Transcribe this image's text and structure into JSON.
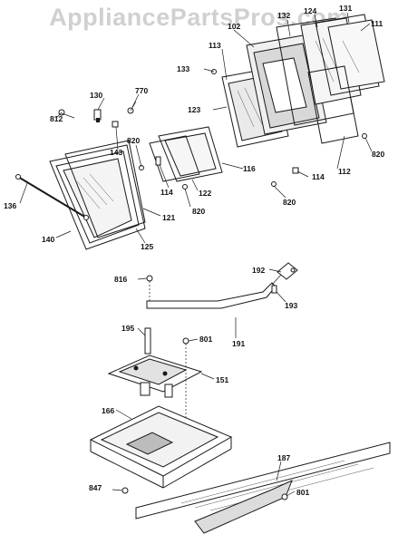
{
  "watermark": "AppliancePartsPros.com",
  "labels": {
    "l102": "102",
    "l132": "132",
    "l124": "124",
    "l131": "131",
    "l111": "111",
    "l113": "113",
    "l133": "133",
    "l123": "123",
    "l130": "130",
    "l770": "770",
    "l812": "812",
    "l143": "143",
    "l820a": "820",
    "l116": "116",
    "l112": "112",
    "l820b": "820",
    "l114a": "114",
    "l122": "122",
    "l114b": "114",
    "l820c": "820",
    "l820d": "820",
    "l136": "136",
    "l121": "121",
    "l140": "140",
    "l125": "125",
    "l192": "192",
    "l816": "816",
    "l193": "193",
    "l195": "195",
    "l191": "191",
    "l801a": "801",
    "l151": "151",
    "l166": "166",
    "l187": "187",
    "l847": "847",
    "l801b": "801"
  }
}
